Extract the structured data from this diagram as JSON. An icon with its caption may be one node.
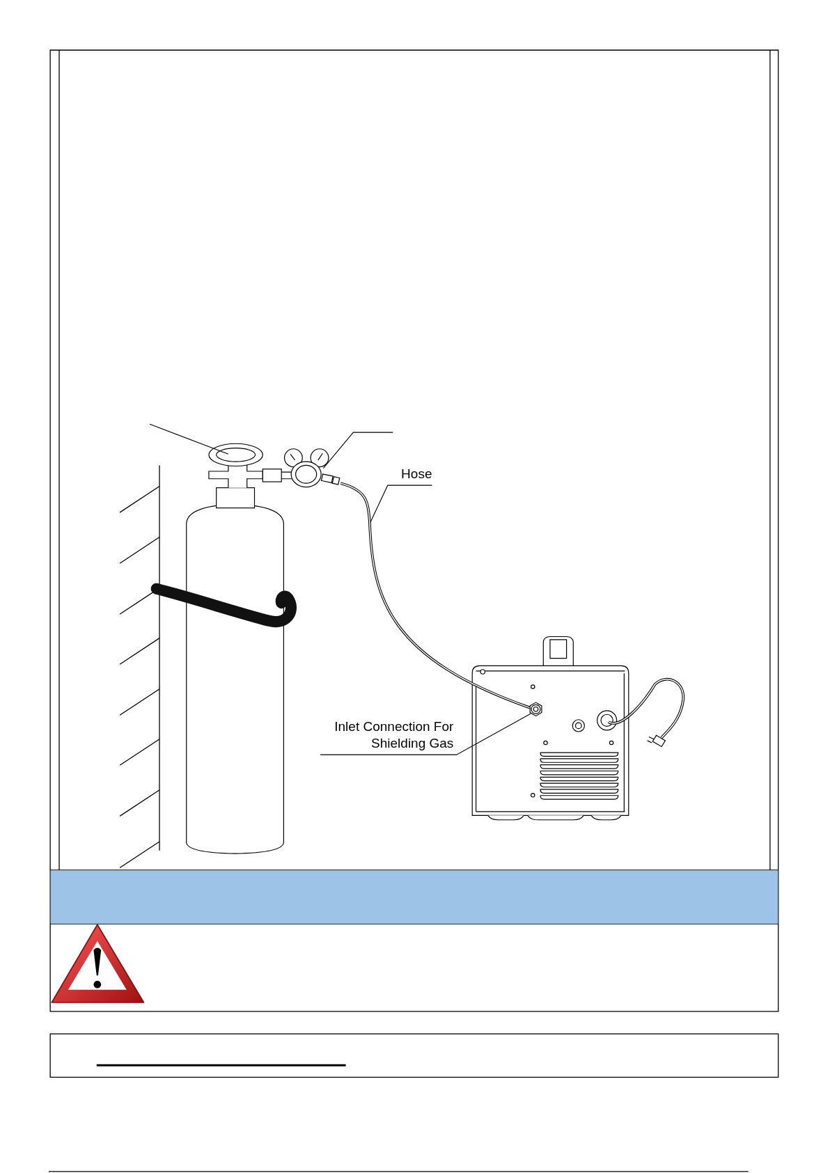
{
  "diagram": {
    "nodes": [
      {
        "text": [
          "Hose"
        ]
      },
      {
        "text": [],
        "shape": "line"
      },
      {
        "text": [
          "Inlet Connection For Shielding Gas"
        ]
      },
      {
        "text": [],
        "shape": "hexagon"
      }
    ],
    "edges": [
      {
        "from": 0,
        "to": 1,
        "arrow": "none"
      },
      {
        "from": 2,
        "to": 3,
        "arrow": "none"
      }
    ]
  }
}
